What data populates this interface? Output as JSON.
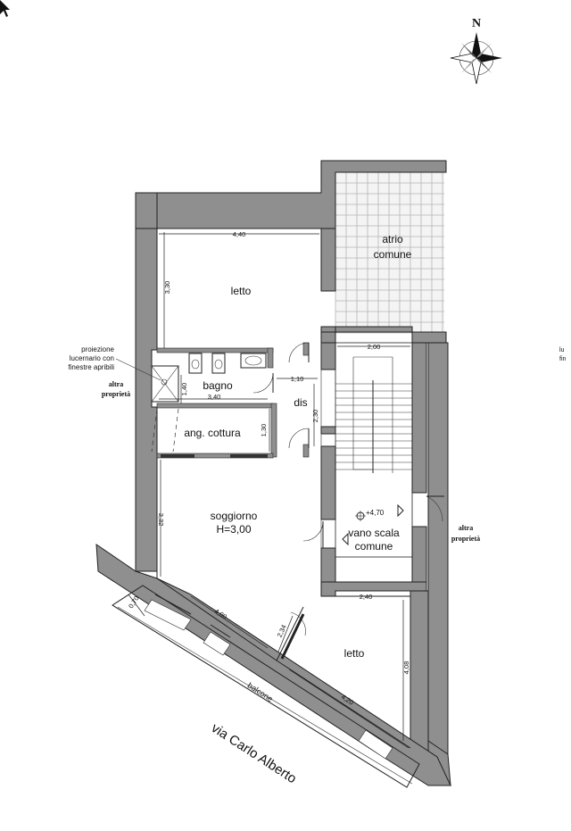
{
  "rooms": {
    "letto_top": "letto",
    "atrio_1": "atrio",
    "atrio_2": "comune",
    "bagno": "bagno",
    "cottura": "ang.  cottura",
    "dis": "dis",
    "soggiorno_1": "soggiorno",
    "soggiorno_2": "H=3,00",
    "vano_1": "vano scala",
    "vano_2": "comune",
    "letto_bottom": "letto",
    "balcone": "balcone"
  },
  "dimensions": {
    "d440": "4,40",
    "d330": "3,30",
    "d200": "2,00",
    "d340": "3,40",
    "d140": "1,40",
    "d110": "1,10",
    "d230": "2,30",
    "d130": "1,30",
    "d332": "3,32",
    "d070": "0,70",
    "d400": "4,00",
    "d234": "2,34",
    "d240": "2,40",
    "d408": "4,08",
    "d420": "4,20"
  },
  "level": "+4,70",
  "annotations": {
    "skylight": [
      "proiezione",
      "lucernario con",
      "finestre apribili"
    ],
    "altra_left": [
      "altra",
      "proprietà"
    ],
    "altra_right": [
      "altra",
      "proprietà"
    ],
    "edge_1": "lu",
    "edge_2": "fin"
  },
  "street": "via Carlo Alberto",
  "north_label": "N"
}
